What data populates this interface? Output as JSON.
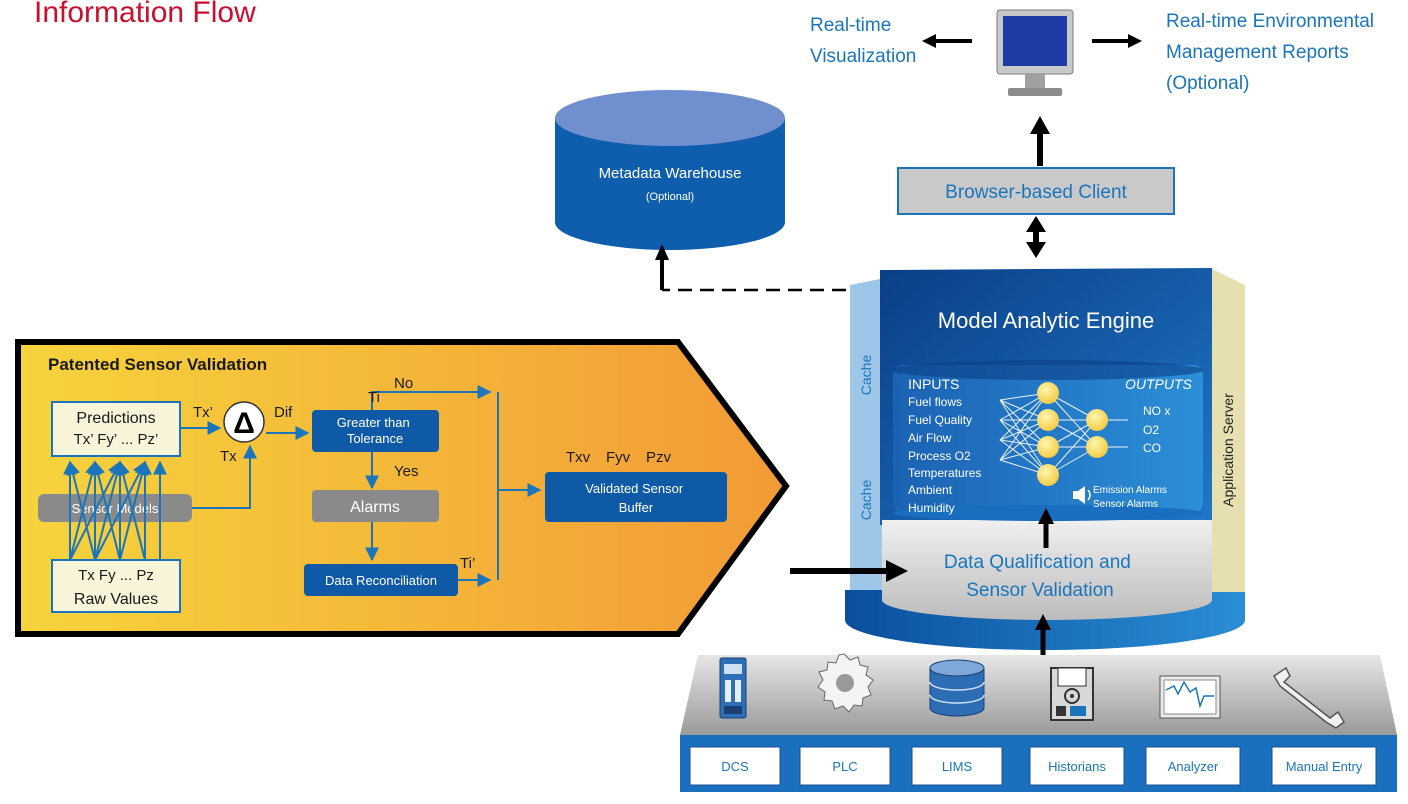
{
  "title": "Information Flow",
  "top": {
    "left_label": [
      "Real-time",
      "Visualization"
    ],
    "right_label": [
      "Real-time Environmental",
      "Management Reports",
      "(Optional)"
    ],
    "monitor_icon": "monitor-icon"
  },
  "metadata": {
    "title": "Metadata Warehouse",
    "subtitle": "(Optional)"
  },
  "browser_client": "Browser-based Client",
  "engine": {
    "title": "Model Analytic Engine",
    "cache_top": "Cache",
    "cache_bottom": "Cache",
    "app_server": "Application Server",
    "inputs_heading": "INPUTS",
    "inputs": [
      "Fuel flows",
      "Fuel Quality",
      "Air Flow",
      "Process O2",
      "Temperatures",
      "Ambient",
      "Humidity"
    ],
    "outputs_heading": "OUTPUTS",
    "outputs": [
      "NO x",
      "O2",
      "CO"
    ],
    "alarms": [
      "Emission Alarms",
      "Sensor Alarms"
    ],
    "speaker_icon": "speaker-icon",
    "data_qual": [
      "Data Qualification and",
      "Sensor Validation"
    ]
  },
  "validation": {
    "title": "Patented Sensor Validation",
    "predictions": "Predictions",
    "pred_vars": "Tx’ Fy’ ... Pz’",
    "sensor_models": "Sensor Models",
    "raw_vars": "Tx Fy ... Pz",
    "raw_values": "Raw Values",
    "tx_prime": "Tx’",
    "tx": "Tx",
    "dif": "Dif",
    "delta": "Δ",
    "ti": "Ti",
    "no": "No",
    "greater": [
      "Greater than",
      "Tolerance"
    ],
    "yes": "Yes",
    "alarms": "Alarms",
    "recon": "Data Reconciliation",
    "ti_prime": "Ti’",
    "validated_vars": [
      "Txv",
      "Fyv",
      "Pzv"
    ],
    "validated": [
      "Validated Sensor",
      "Buffer"
    ]
  },
  "sources": [
    {
      "label": "DCS",
      "icon": "dcs-icon"
    },
    {
      "label": "PLC",
      "icon": "gear-icon"
    },
    {
      "label": "LIMS",
      "icon": "database-icon"
    },
    {
      "label": "Historians",
      "icon": "disk-icon"
    },
    {
      "label": "Analyzer",
      "icon": "analyzer-icon"
    },
    {
      "label": "Manual Entry",
      "icon": "wrench-icon"
    }
  ],
  "colors": {
    "accent_red": "#c8102e",
    "link_blue": "#1b75bb",
    "dark_blue": "#0e5aa6",
    "orange": "#f4a13a",
    "yellow": "#f6d23a"
  }
}
